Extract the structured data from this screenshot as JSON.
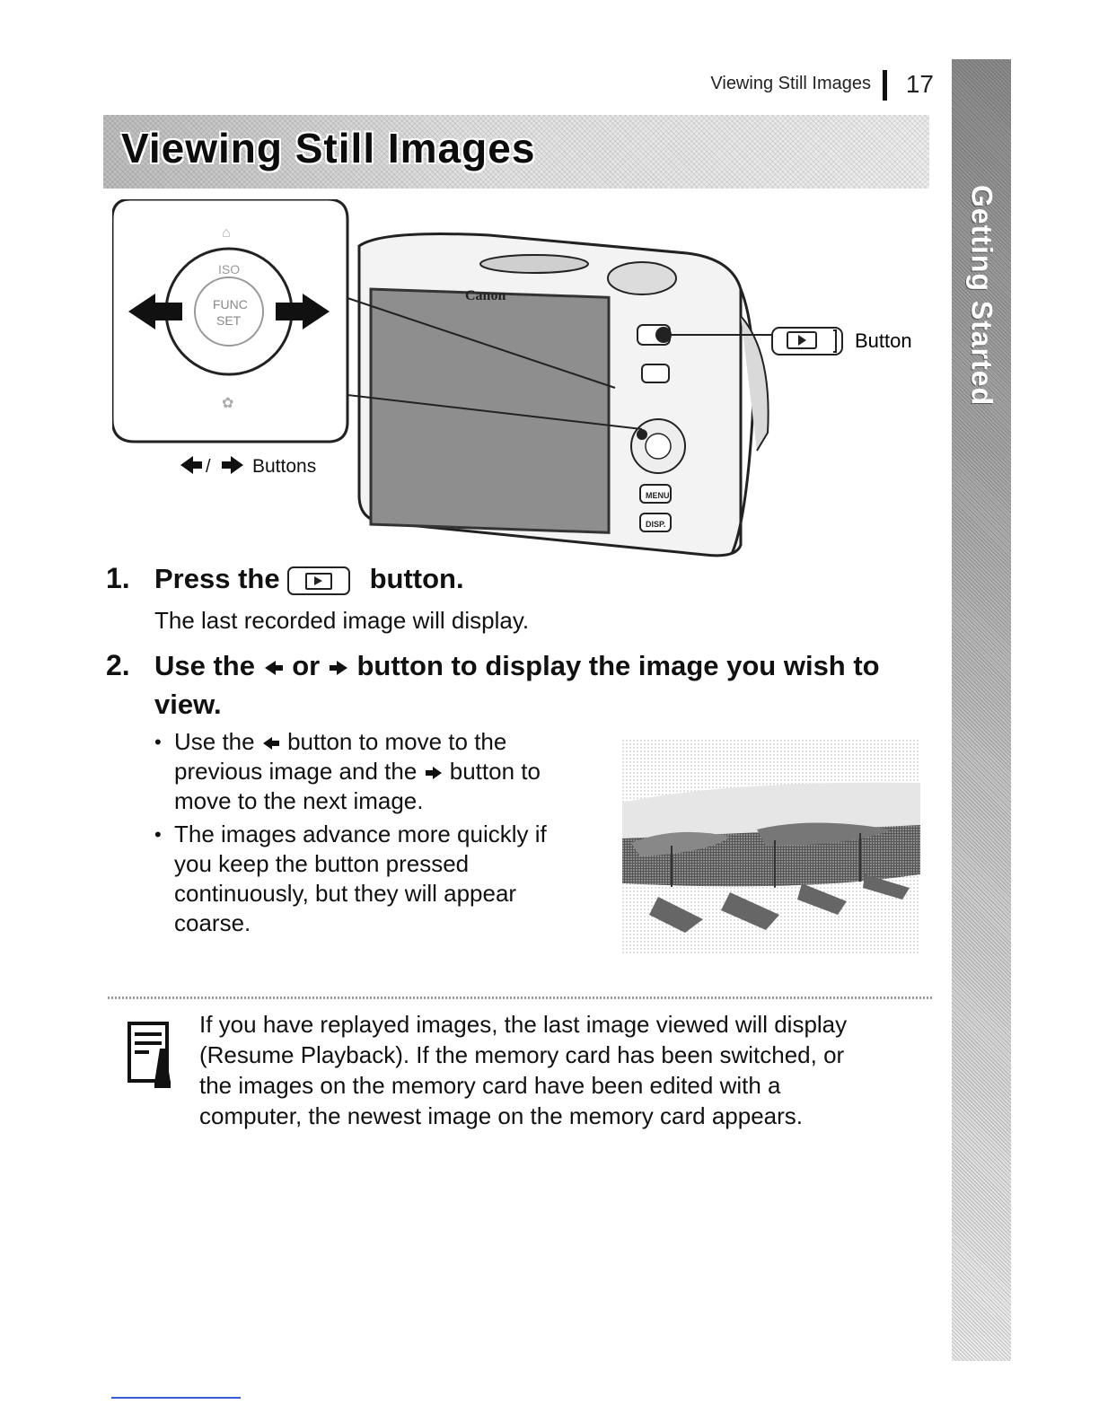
{
  "header": {
    "section": "Viewing Still Images",
    "page_number": "17"
  },
  "title": "Viewing Still Images",
  "side_tab": {
    "label": "Getting Started"
  },
  "illustration": {
    "brand": "Canon",
    "dial_labels": {
      "top": "ISO",
      "center_line1": "FUNC",
      "center_line2": "SET"
    },
    "play_button_callout": "Button",
    "arrow_buttons_callout": "Buttons",
    "arrow_separator": "/",
    "camera_buttons": {
      "menu": "MENU",
      "disp": "DISP."
    }
  },
  "steps": [
    {
      "number": "1.",
      "heading_before": "Press the",
      "heading_after": "button.",
      "body": "The last recorded image will display."
    },
    {
      "number": "2.",
      "heading_part1": "Use the",
      "heading_part2": "or",
      "heading_part3": "button to display the image you wish to",
      "heading_line2": "view.",
      "bullets": [
        {
          "line1_a": "Use the",
          "line1_b": "button to move to the",
          "line2_a": "previous image and the",
          "line2_b": "button to",
          "line3": "move to the next image."
        },
        {
          "lines": [
            "The images advance more quickly if",
            "you keep the button pressed",
            "continuously, but they will appear",
            "coarse."
          ]
        }
      ]
    }
  ],
  "note": {
    "lines": [
      "If you have replayed images, the last image viewed will display",
      "(Resume Playback). If the memory card has been switched, or",
      "the images on the memory card have been edited with a",
      "computer, the newest image on the memory card appears."
    ]
  },
  "colors": {
    "tab_gray": "#a6a6a6",
    "footer_link": "#3b5bd4"
  }
}
